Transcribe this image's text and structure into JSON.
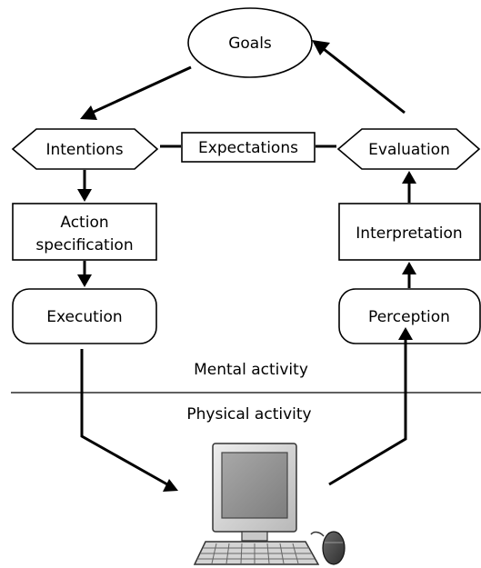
{
  "nodes": {
    "goals": "Goals",
    "intentions": "Intentions",
    "expectations": "Expectations",
    "evaluation": "Evaluation",
    "action_specification_line1": "Action",
    "action_specification_line2": "specification",
    "interpretation": "Interpretation",
    "execution": "Execution",
    "perception": "Perception"
  },
  "regions": {
    "mental": "Mental activity",
    "physical": "Physical activity"
  },
  "icons": {
    "computer": "desktop-computer-with-keyboard-and-mouse"
  }
}
